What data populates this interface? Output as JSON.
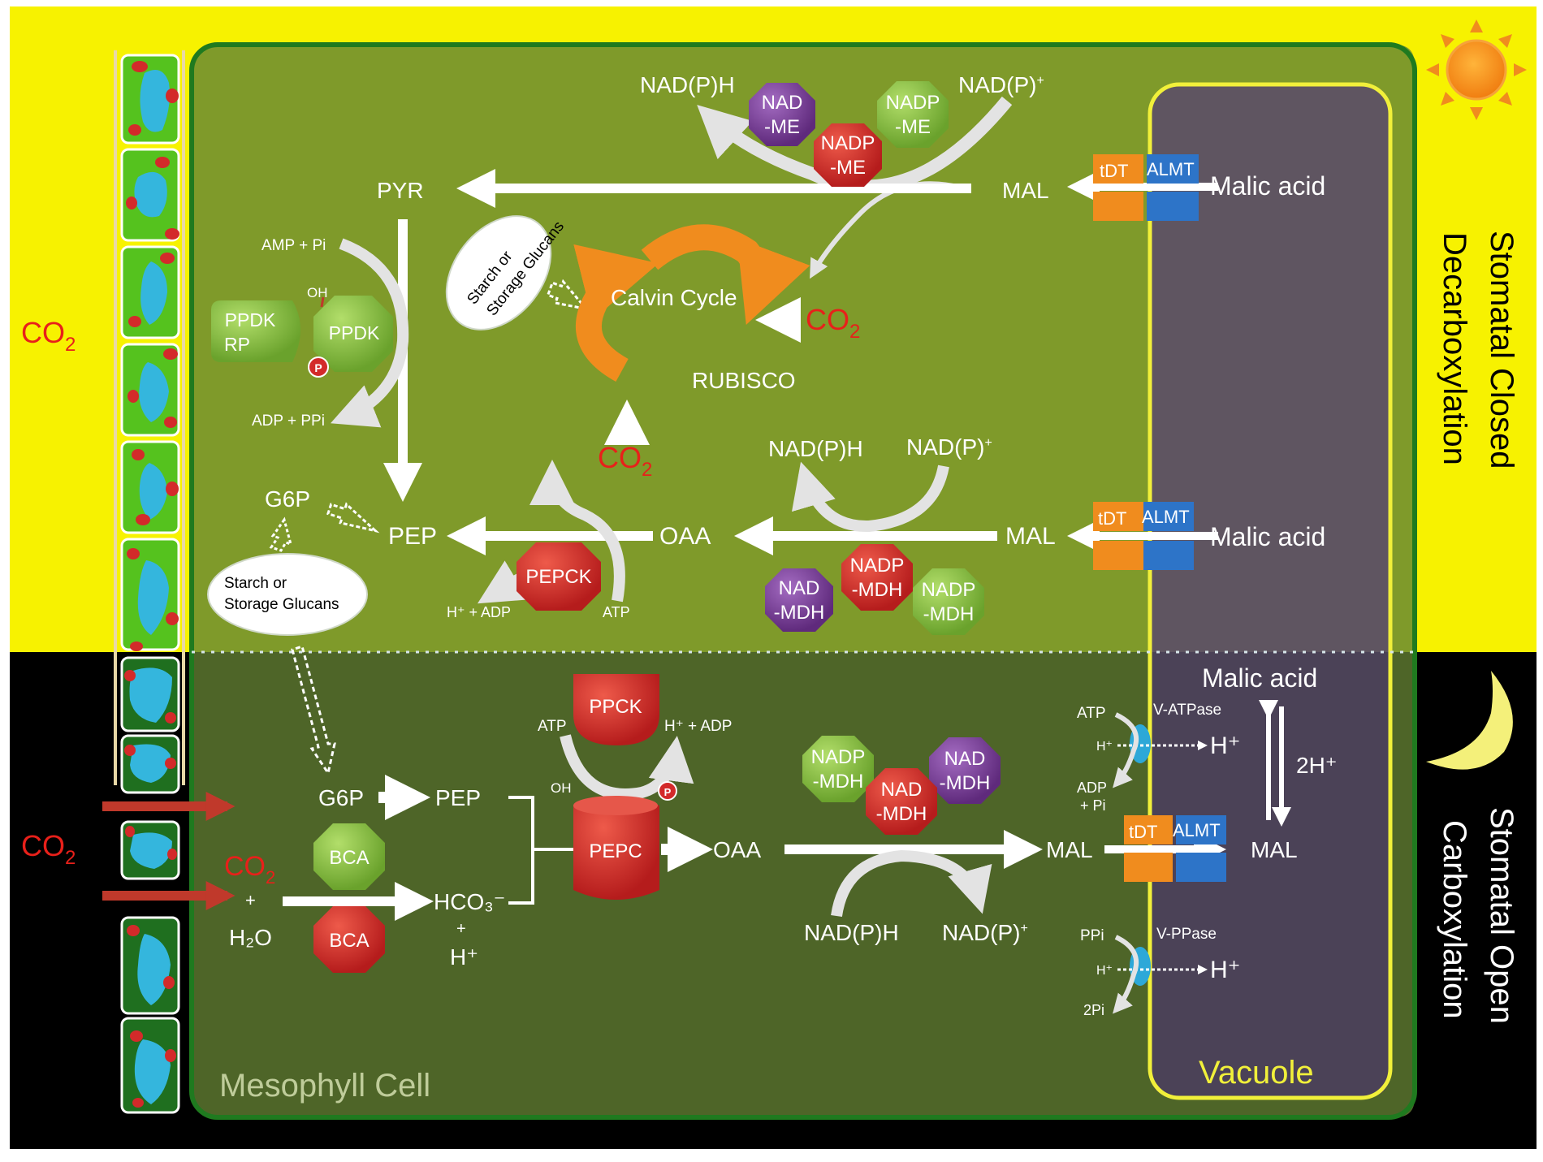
{
  "labels": {
    "co2_day": "CO",
    "co2_night": "CO",
    "co2_sub": "2",
    "mesophyll": "Mesophyll Cell",
    "vacuole": "Vacuole",
    "closed_1": "Stomatal Closed",
    "closed_2": "Decarboxylation",
    "open_1": "Stomatal Open",
    "open_2": "Carboxylation"
  },
  "day": {
    "nadph_top": "NAD(P)H",
    "nadp_top": "NAD(P)",
    "pyr": "PYR",
    "mal_top": "MAL",
    "malic_top": "Malic acid",
    "amp_pi": "AMP + Pi",
    "adp_ppi": "ADP + PPi",
    "oh": "OH",
    "p": "P",
    "starch_rot_1": "Starch or",
    "starch_rot_2": "Storage Glucans",
    "calvin": "Calvin Cycle",
    "rubisco": "RUBISCO",
    "co2_calvin": "CO",
    "co2_mid": "CO",
    "g6p": "G6P",
    "pep": "PEP",
    "oaa": "OAA",
    "mal_mid": "MAL",
    "malic_mid": "Malic acid",
    "nadph_mid": "NAD(P)H",
    "nadp_mid": "NAD(P)",
    "h_adp": "H⁺ + ADP",
    "atp": "ATP",
    "starch_1": "Starch or",
    "starch_2": "Storage Glucans"
  },
  "night": {
    "malic": "Malic acid",
    "atp_left": "ATP",
    "h_adp": "H⁺ + ADP",
    "oh": "OH",
    "p": "P",
    "g6p": "G6P",
    "pep": "PEP",
    "oaa": "OAA",
    "mal": "MAL",
    "mal_vac": "MAL",
    "co2": "CO",
    "plus": "+",
    "h2o": "H₂O",
    "hco3": "HCO₃⁻",
    "plus2": "+",
    "hplus": "H⁺",
    "nadph": "NAD(P)H",
    "nadp": "NAD(P)",
    "atp_v": "ATP",
    "h_small_1": "H⁺",
    "h_big_1": "H⁺",
    "adp_pi_1": "ADP",
    "adp_pi_2": "+ Pi",
    "v_atpase": "V-ATPase",
    "two_h": "2H⁺",
    "ppi": "PPi",
    "v_ppase": "V-PPase",
    "h_small_2": "H⁺",
    "h_big_2": "H⁺",
    "two_pi": "2Pi"
  },
  "enzymes": {
    "nad_me": [
      "NAD",
      "-ME"
    ],
    "nadp_me_red": [
      "NADP",
      "-ME"
    ],
    "nadp_me_green": [
      "NADP",
      "-ME"
    ],
    "ppdk": "PPDK",
    "ppdk_rp": [
      "PPDK",
      "RP"
    ],
    "pepck": "PEPCK",
    "nad_mdh_day": [
      "NAD",
      "-MDH"
    ],
    "nadp_mdh_red_day": [
      "NADP",
      "-MDH"
    ],
    "nadp_mdh_green_day": [
      "NADP",
      "-MDH"
    ],
    "ppck": "PPCK",
    "pepc": "PEPC",
    "bca_green": "BCA",
    "bca_red": "BCA",
    "nadp_mdh_green_night": [
      "NADP",
      "-MDH"
    ],
    "nad_mdh_purple_night": [
      "NAD",
      "-MDH"
    ],
    "nad_mdh_red_night": [
      "NAD",
      "-MDH"
    ],
    "tdt": "tDT",
    "almt": "ALMT"
  },
  "colors": {
    "day_bg": "#f7f200",
    "night_bg": "#000000",
    "cell_day": "#7f9a2a",
    "cell_night": "#4e6528",
    "cell_border": "#1f7a1f",
    "vacuole_day": "#5f5561",
    "vacuole_night": "#4b4257",
    "vacuole_border": "#f1f03a",
    "red_text": "#e8201a",
    "purple_enzyme": "#7c3b97",
    "red_enzyme": "#d32a2a",
    "green_enzyme": "#8cc63f",
    "orange": "#f08c1e",
    "blue": "#2d74c8",
    "guard_green": "#55c21e",
    "cyan_blob": "#34b6dd"
  }
}
